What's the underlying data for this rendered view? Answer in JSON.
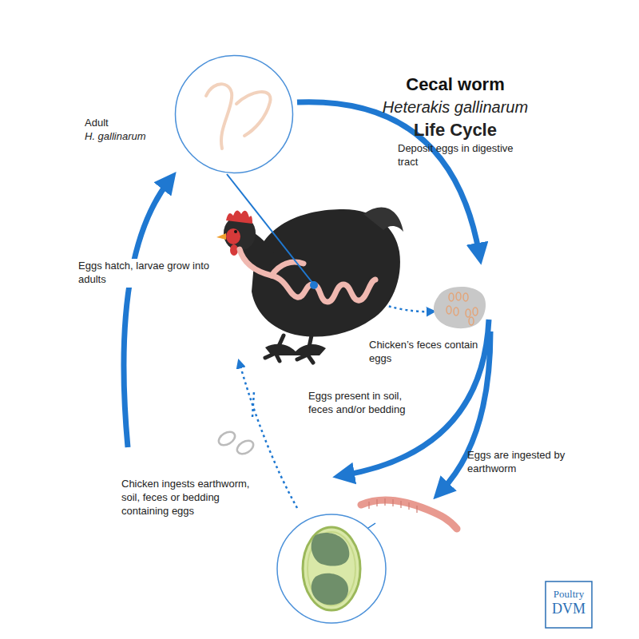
{
  "diagram": {
    "title": "Cecal worm",
    "nodes": [
      {
        "text": [
          "Adult",
          "H. gallinarum"
        ]
      }
    ],
    "labels": [
      "Heterakis gallinarum",
      "Life Cycle",
      "Deposit eggs in digestive tract",
      "Eggs hatch, larvae grow into adults",
      "Chicken’s feces contain eggs",
      "Eggs present in soil, feces and/or bedding",
      "Eggs are ingested by earthworm",
      "Chicken ingests earthworm, soil, feces or bedding containing eggs",
      "Poultry",
      "DVM"
    ]
  }
}
